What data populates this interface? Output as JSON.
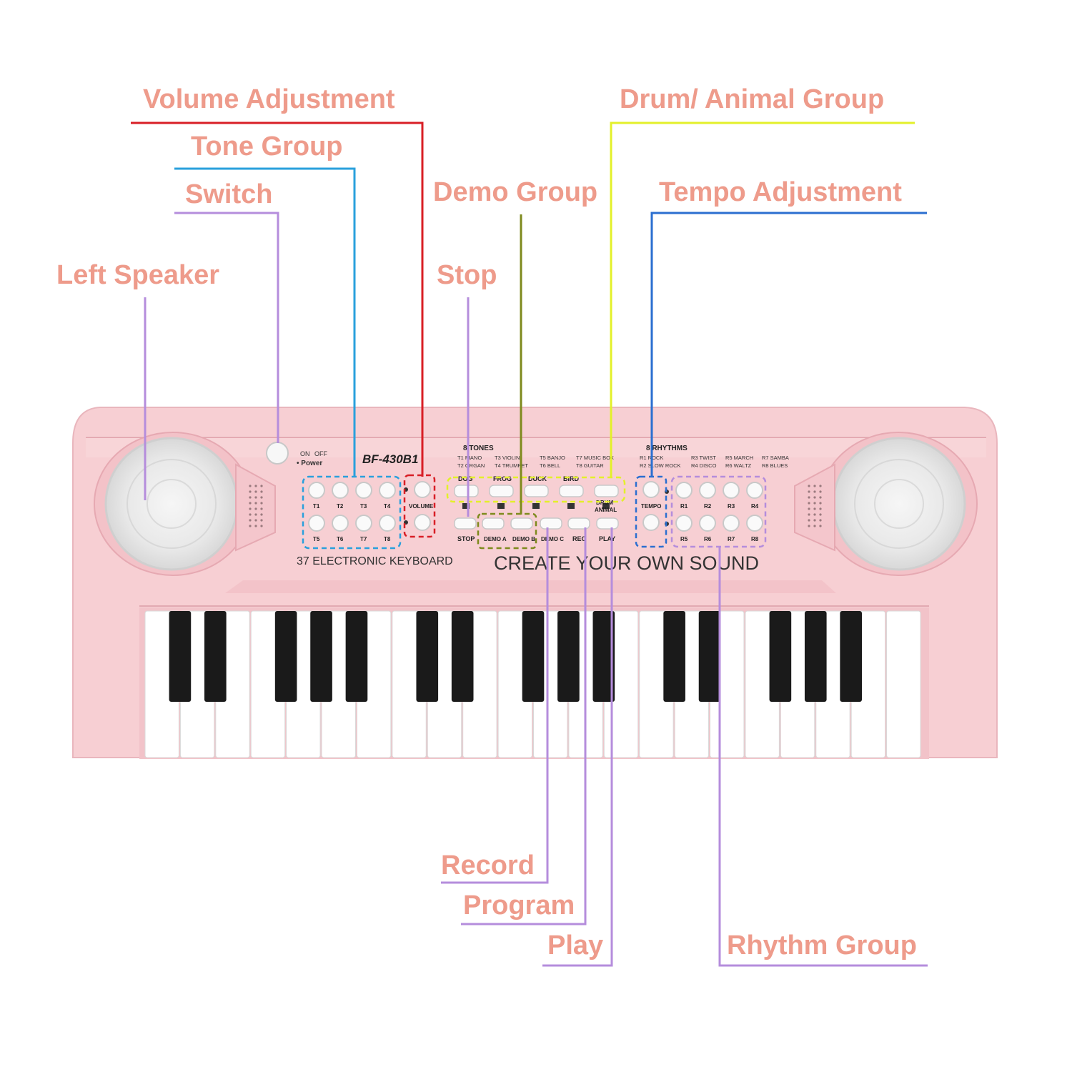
{
  "callouts": {
    "volume": "Volume Adjustment",
    "tone_group": "Tone Group",
    "switch": "Switch",
    "left_speaker": "Left Speaker",
    "drum_animal": "Drum/ Animal Group",
    "demo_group": "Demo Group",
    "tempo": "Tempo Adjustment",
    "stop": "Stop",
    "record": "Record",
    "program": "Program",
    "play": "Play",
    "rhythm_group": "Rhythm Group"
  },
  "keyboard": {
    "model": "BF-430B1",
    "power_on": "ON",
    "power_off": "OFF",
    "power_label": "• Power",
    "tones_title": "8 TONES",
    "tones_list": [
      "T1 PIANO",
      "T3 VIOLIN",
      "T5 BANJO",
      "T7 MUSIC BOX",
      "T2 ORGAN",
      "T4 TRUMPET",
      "T6 BELL",
      "T8 GUITAR"
    ],
    "rhythms_title": "8 RHYTHMS",
    "rhythms_list": [
      "R1 ROCK",
      "R3 TWIST",
      "R5 MARCH",
      "R7 SAMBA",
      "R2 SLOW ROCK",
      "R4 DISCO",
      "R6 WALTZ",
      "R8 BLUES"
    ],
    "tone_buttons": [
      "T1",
      "T2",
      "T3",
      "T4",
      "T5",
      "T6",
      "T7",
      "T8"
    ],
    "rhythm_buttons": [
      "R1",
      "R2",
      "R3",
      "R4",
      "R5",
      "R6",
      "R7",
      "R8"
    ],
    "volume_label": "VOLUME",
    "tempo_label": "TEMPO",
    "animal_buttons": [
      "DOG",
      "FROG",
      "DUCK",
      "BIRD",
      ""
    ],
    "drum_animal_label": [
      "DRUM",
      "ANIMAL"
    ],
    "stop_label": "STOP",
    "demo_a": "DEMO A",
    "demo_b": "DEMO B",
    "demo_c": "DEMO C",
    "rec_label": "REC",
    "play_label": "PLAY",
    "left_caption": "37 ELECTRONIC KEYBOARD",
    "slogan": "CREATE YOUR OWN SOUND"
  },
  "colors": {
    "callout_text": "#ee9b8b",
    "volume_line": "#d81f26",
    "tone_line": "#2aa0dc",
    "drum_line": "#e3f02a",
    "demo_line": "#7e8a1d",
    "tempo_line": "#2b6fd0",
    "purple_line": "#b58ddc",
    "body": "#f7cfd3"
  },
  "white_keys": 22,
  "black_key_groups": "2-3 repeating"
}
